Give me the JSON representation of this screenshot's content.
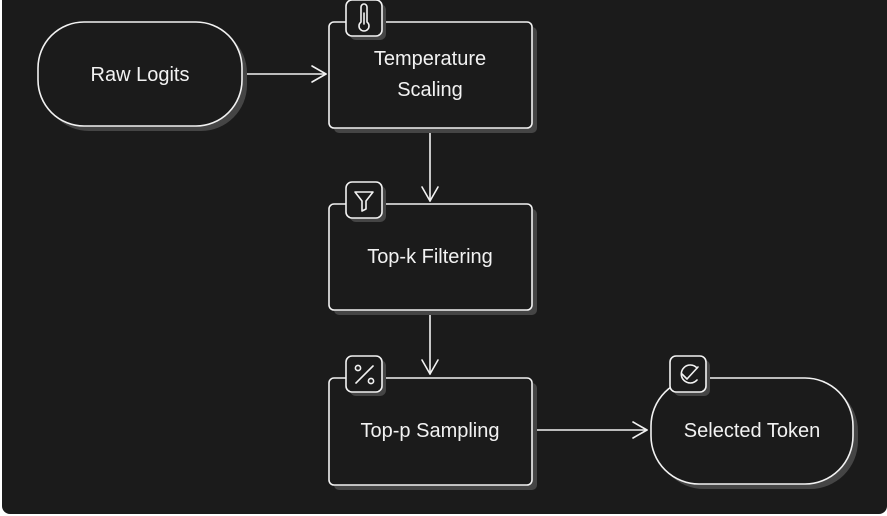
{
  "diagram": {
    "nodes": {
      "raw_logits": {
        "label": "Raw Logits"
      },
      "temperature_scaling": {
        "label_line1": "Temperature",
        "label_line2": "Scaling",
        "icon": "thermometer-icon"
      },
      "top_k_filtering": {
        "label": "Top-k Filtering",
        "icon": "filter-icon"
      },
      "top_p_sampling": {
        "label": "Top-p Sampling",
        "icon": "percent-icon"
      },
      "selected_token": {
        "label": "Selected Token",
        "icon": "check-circle-icon"
      }
    },
    "edges": [
      {
        "from": "raw_logits",
        "to": "temperature_scaling"
      },
      {
        "from": "temperature_scaling",
        "to": "top_k_filtering"
      },
      {
        "from": "top_k_filtering",
        "to": "top_p_sampling"
      },
      {
        "from": "top_p_sampling",
        "to": "selected_token"
      }
    ]
  }
}
